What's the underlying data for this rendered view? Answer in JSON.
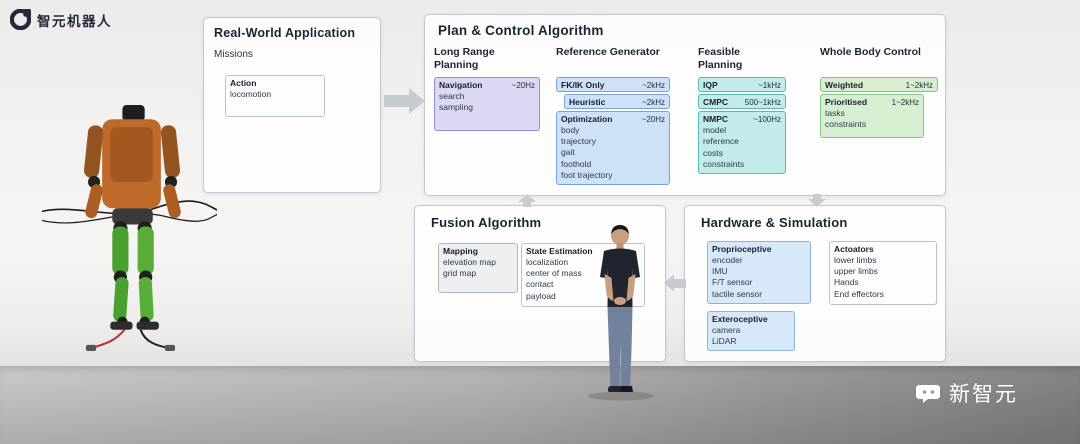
{
  "brand": {
    "logo_text": "智元机器人",
    "logo_icon": "agibot-logo-icon"
  },
  "watermark": {
    "text": "新智元",
    "icon": "xinzhiyuan-logo-icon"
  },
  "real_world": {
    "title": "Real-World Application",
    "subtitle": "Missions",
    "action": {
      "title": "Action",
      "items": [
        "locomotion"
      ]
    }
  },
  "plan_control": {
    "title": "Plan & Control Algorithm",
    "columns": [
      {
        "header": "Long Range Planning",
        "blocks": [
          {
            "title": "Navigation",
            "rate": "~20Hz",
            "items": [
              "search",
              "sampling"
            ]
          }
        ]
      },
      {
        "header": "Reference Generator",
        "blocks": [
          {
            "title": "FK/IK Only",
            "rate": "~2kHz",
            "items": []
          },
          {
            "title": "Heuristic",
            "rate": "~2kHz",
            "items": []
          },
          {
            "title": "Optimization",
            "rate": "~20Hz",
            "items": [
              "body",
              "trajectory",
              "gait",
              "foothold",
              "foot trajectory"
            ]
          }
        ]
      },
      {
        "header": "Feasible Planning",
        "blocks": [
          {
            "title": "IQP",
            "rate": "~1kHz",
            "items": []
          },
          {
            "title": "CMPC",
            "rate": "500~1kHz",
            "items": []
          },
          {
            "title": "NMPC",
            "rate": "~100Hz",
            "items": [
              "model",
              "reference",
              "costs",
              "constraints"
            ]
          }
        ]
      },
      {
        "header": "Whole Body Control",
        "blocks": [
          {
            "title": "Weighted",
            "rate": "1~2kHz",
            "items": []
          },
          {
            "title": "Prioritised",
            "rate": "1~2kHz",
            "items": [
              "tasks",
              "constraints"
            ]
          }
        ]
      }
    ]
  },
  "fusion": {
    "title": "Fusion Algorithm",
    "blocks": [
      {
        "title": "Mapping",
        "items": [
          "elevation map",
          "grid map"
        ]
      },
      {
        "title": "State Estimation",
        "items": [
          "localization",
          "center of mass",
          "contact",
          "payload"
        ]
      }
    ]
  },
  "hardware": {
    "title": "Hardware & Simulation",
    "blocks": [
      {
        "title": "Proprioceptive",
        "items": [
          "encoder",
          "IMU",
          "F/T sensor",
          "tactile sensor"
        ]
      },
      {
        "title": "Exteroceptive",
        "items": [
          "camera",
          "LiDAR"
        ]
      },
      {
        "title": "Actoators",
        "items": [
          "lower limbs",
          "upper limbs",
          "Hands",
          "End effectors"
        ]
      }
    ]
  },
  "colors": {
    "long_range_block": "#dcd9f4",
    "reference_block": "#cfe1f6",
    "feasible_block": "#c2ebe9",
    "whole_body_block": "#d7efd1",
    "sensor_block": "#d7e9f8",
    "arrow": "#c7cbd2",
    "brand_text": "#23283a",
    "watermark_text": "#ffffff"
  }
}
